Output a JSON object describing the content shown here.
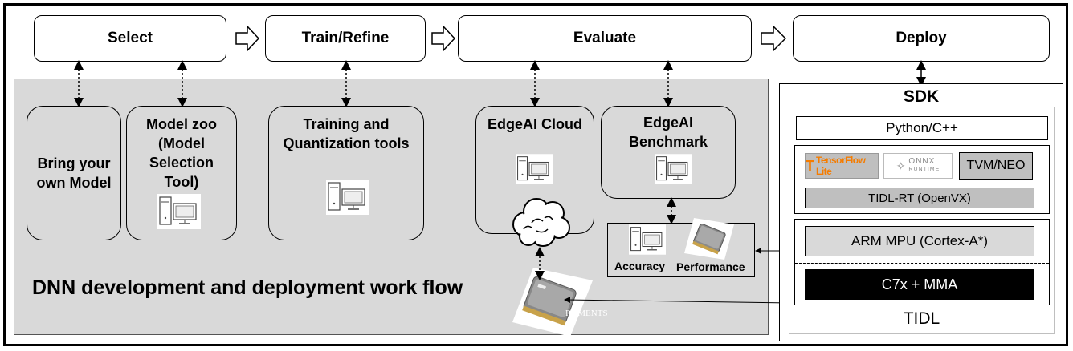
{
  "stages": [
    {
      "label": "Select"
    },
    {
      "label": "Train/Refine"
    },
    {
      "label": "Evaluate"
    },
    {
      "label": "Deploy"
    }
  ],
  "cards": {
    "bring_your_own": "Bring your own Model",
    "model_zoo": "Model zoo (Model Selection Tool)",
    "training_tools": "Training and Quantization tools",
    "edgeai_cloud": "EdgeAI Cloud",
    "edgeai_benchmark": "EdgeAI Benchmark"
  },
  "results": {
    "accuracy": "Accuracy",
    "performance": "Performance"
  },
  "chip_watermark": "RUMENTS",
  "workflow_title": "DNN development and deployment work flow",
  "sdk": {
    "title": "SDK",
    "python_cpp": "Python/C++",
    "tflite_logo": "TensorFlow Lite",
    "onnx_logo_top": "ONNX",
    "onnx_logo_bottom": "RUNTIME",
    "tvm": "TVM/NEO",
    "tidl_rt": "TIDL-RT (OpenVX)",
    "arm_mpu": "ARM MPU (Cortex-A*)",
    "c7x": "C7x + MMA",
    "tidl": "TIDL"
  },
  "colors": {
    "panel_gray": "#d9d9d9",
    "tflite_orange": "#f57c00",
    "tidl_rt_gray": "#bfbfbf",
    "tvm_gray": "#bfbfbf",
    "c7x_black": "#000000"
  }
}
